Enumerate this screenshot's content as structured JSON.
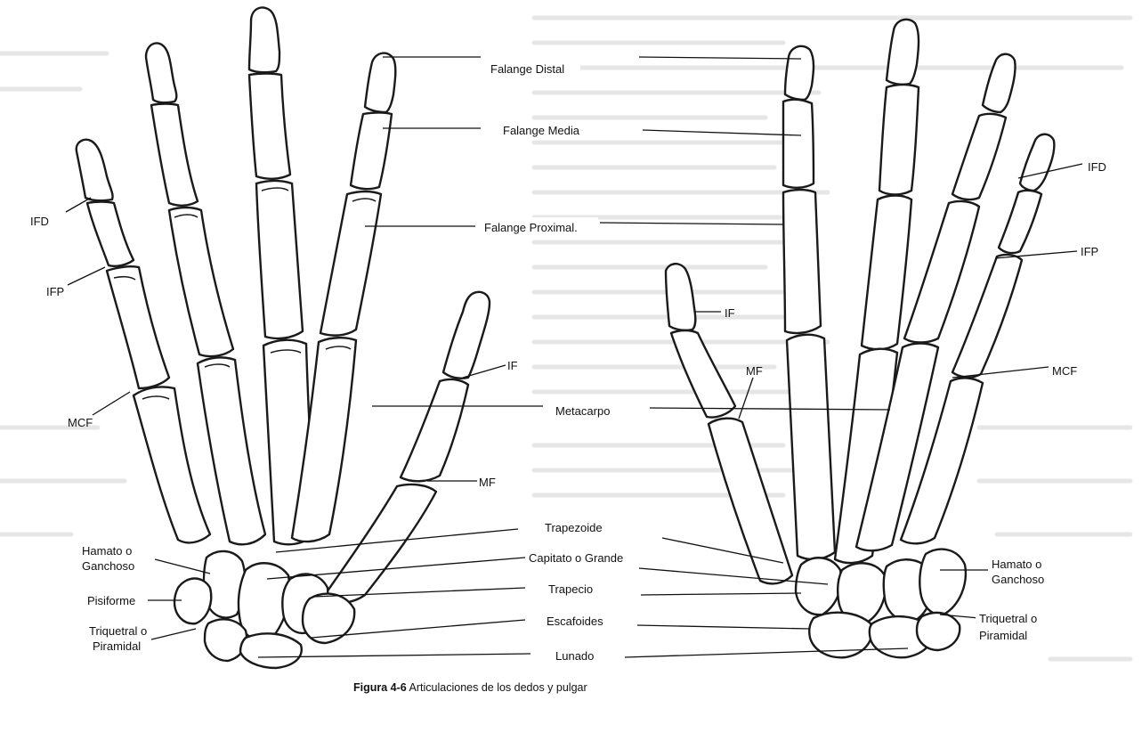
{
  "labels": {
    "falange_distal": "Falange Distal",
    "falange_media": "Falange Media",
    "falange_proximal": "Falange Proximal.",
    "metacarpo": "Metacarpo",
    "trapezoide": "Trapezoide",
    "capitato": "Capitato o Grande",
    "trapecio": "Trapecio",
    "escafoides": "Escafoides",
    "lunado": "Lunado",
    "left": {
      "ifd": "IFD",
      "ifp": "IFP",
      "mcf": "MCF",
      "if": "IF",
      "mf": "MF",
      "hamato_1": "Hamato o",
      "hamato_2": "Ganchoso",
      "pisiforme": "Pisiforme",
      "triquetral_1": "Triquetral o",
      "triquetral_2": "Piramidal"
    },
    "right": {
      "ifd": "IFD",
      "ifp": "IFP",
      "mcf": "MCF",
      "if": "IF",
      "mf": "MF",
      "hamato_1": "Hamato o",
      "hamato_2": "Ganchoso",
      "triquetral_1": "Triquetral o",
      "triquetral_2": "Piramidal"
    }
  },
  "caption": {
    "figure": "Figura 4-6",
    "text": " Articulaciones de los dedos y pulgar"
  }
}
